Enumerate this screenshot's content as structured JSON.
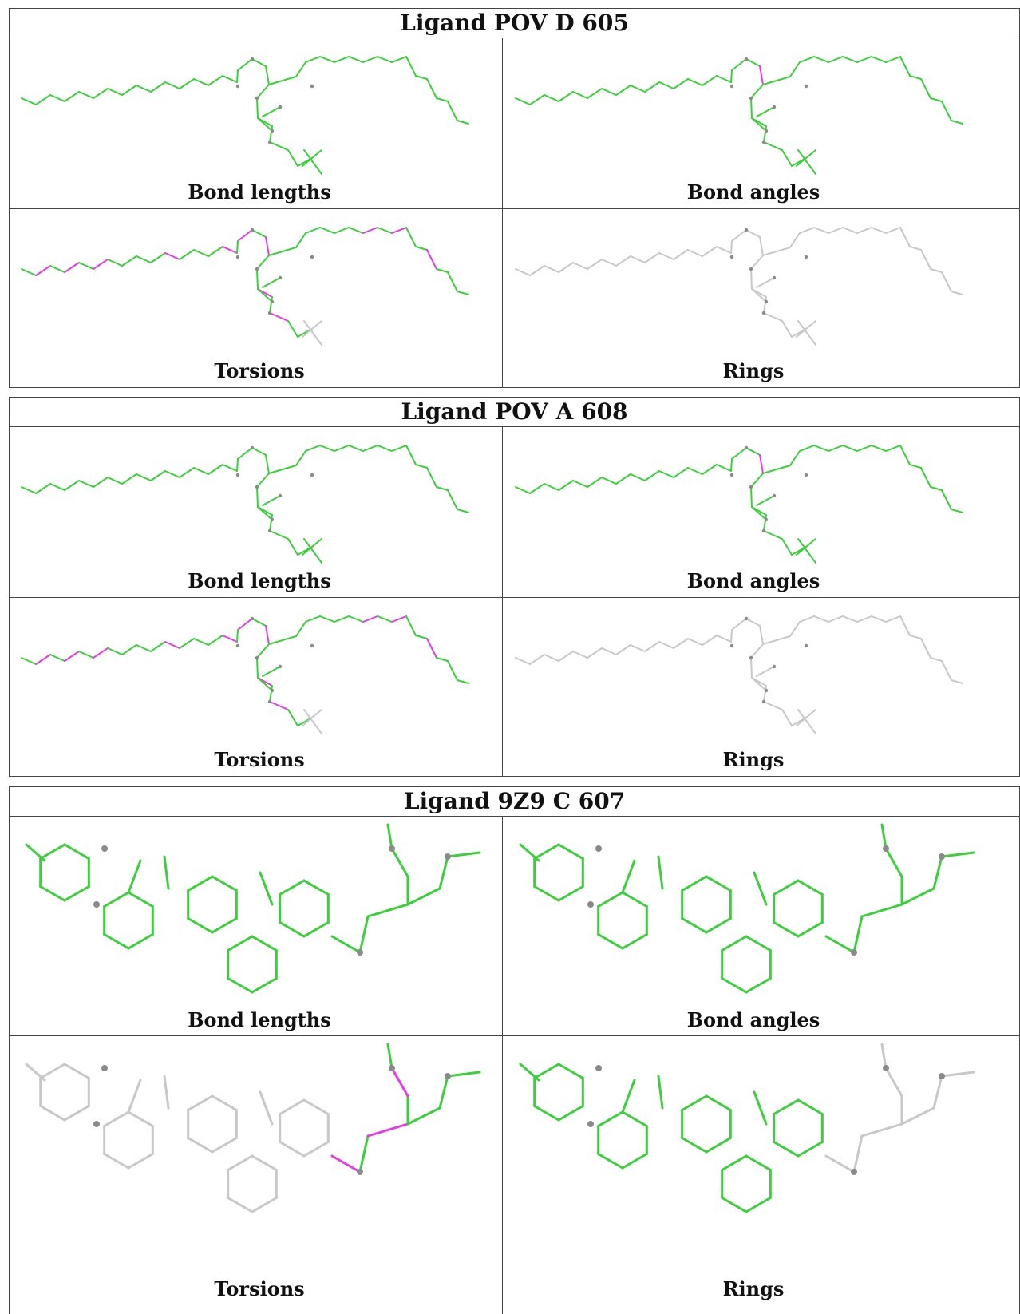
{
  "colors": {
    "ok": "#3ccf3c",
    "outlier": "#e63ce6",
    "none": "#c8c8c8",
    "atom": "#8a8a8a"
  },
  "ligands": [
    {
      "title": "Ligand POV D 605",
      "kind": "lipid",
      "panels": [
        {
          "caption": "Bond lengths",
          "style": "bond-lengths"
        },
        {
          "caption": "Bond angles",
          "style": "bond-angles"
        },
        {
          "caption": "Torsions",
          "style": "torsions"
        },
        {
          "caption": "Rings",
          "style": "rings"
        }
      ]
    },
    {
      "title": "Ligand POV A 608",
      "kind": "lipid",
      "panels": [
        {
          "caption": "Bond lengths",
          "style": "bond-lengths"
        },
        {
          "caption": "Bond angles",
          "style": "bond-angles"
        },
        {
          "caption": "Torsions",
          "style": "torsions"
        },
        {
          "caption": "Rings",
          "style": "rings"
        }
      ]
    },
    {
      "title": "Ligand 9Z9 C 607",
      "kind": "steroid",
      "panels": [
        {
          "caption": "Bond lengths",
          "style": "bond-lengths"
        },
        {
          "caption": "Bond angles",
          "style": "bond-angles"
        },
        {
          "caption": "Torsions",
          "style": "torsions"
        },
        {
          "caption": "Rings",
          "style": "rings"
        }
      ]
    }
  ]
}
